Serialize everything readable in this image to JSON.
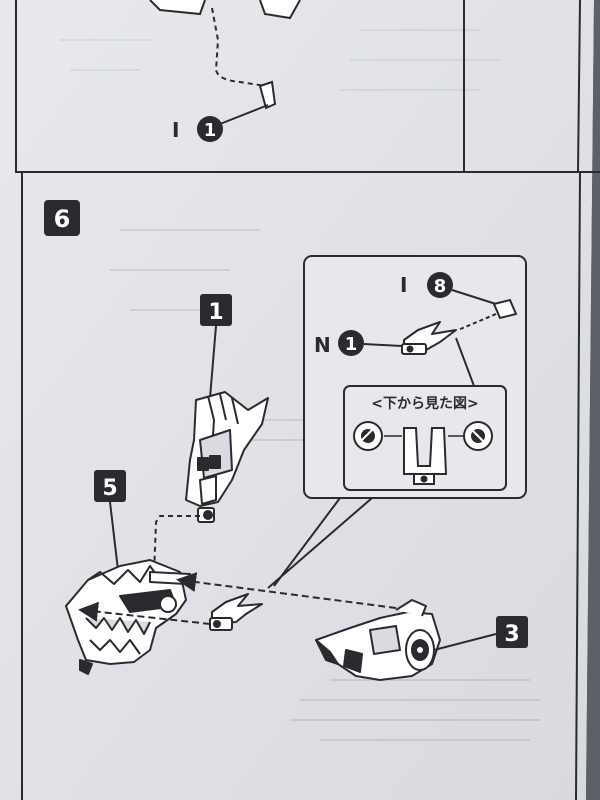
{
  "top_panel": {
    "part_letter": "I",
    "part_number": "1"
  },
  "step": {
    "number": "6"
  },
  "callouts": {
    "part_1": "1",
    "part_5": "5",
    "part_3": "3"
  },
  "inset": {
    "part_i_letter": "I",
    "part_i_number": "8",
    "part_n_letter": "N",
    "part_n_number": "1",
    "view_label": "<下から見た図>"
  },
  "colors": {
    "paper": "#e4e6ea",
    "ink": "#2a2b2f",
    "background": "#5d6066"
  }
}
